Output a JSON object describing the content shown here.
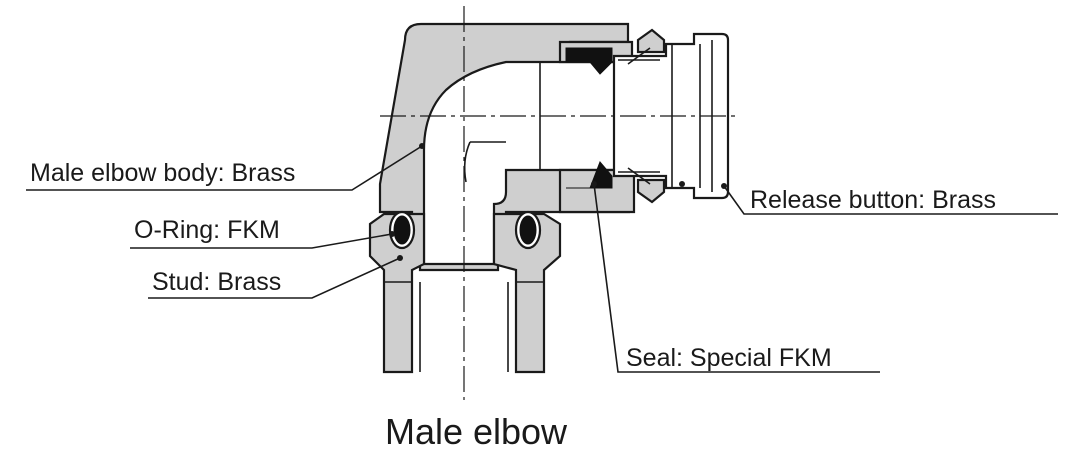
{
  "title": "Male elbow",
  "labels": {
    "body": "Male elbow body: Brass",
    "oring": "O-Ring: FKM",
    "stud": "Stud: Brass",
    "release": "Release button: Brass",
    "seal": "Seal: Special FKM"
  }
}
